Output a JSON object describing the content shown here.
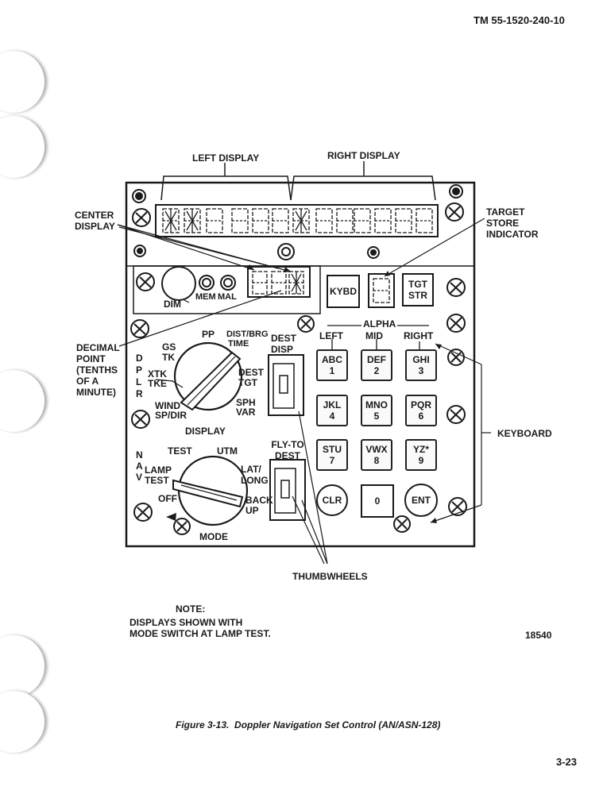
{
  "header": {
    "doc_number": "TM 55-1520-240-10"
  },
  "figure": {
    "top_labels": {
      "left_display": "LEFT DISPLAY",
      "right_display": "RIGHT DISPLAY"
    },
    "callouts": {
      "center_display": "CENTER\nDISPLAY",
      "target_store_indicator": "TARGET\nSTORE\nINDICATOR",
      "decimal_point": "DECIMAL\nPOINT\n(TENTHS\nOF A\nMINUTE)",
      "keyboard": "KEYBOARD",
      "thumbwheels": "THUMBWHEELS"
    },
    "panel": {
      "dim": "DIM",
      "mem": "MEM",
      "mal": "MAL",
      "kybd": "KYBD",
      "tgt_str": "TGT\nSTR",
      "alpha": "ALPHA",
      "left": "LEFT",
      "mid": "MID",
      "right": "RIGHT",
      "dest_disp": "DEST\nDISP",
      "fly_to_dest": "FLY-TO\nDEST",
      "dpl_r": "D\nP\nL\nR",
      "nav": "N\nA\nV",
      "display_switch": {
        "title": "DISPLAY",
        "pp": "PP",
        "dist_brg": "DIST/BRG",
        "time": "TIME",
        "gs": "GS",
        "tk": "TK",
        "xtk": "XTK",
        "tke": "TKE",
        "wind": "WIND",
        "sp_dir": "SP/DIR",
        "dest": "DEST",
        "tgt": "TGT",
        "sph": "SPH",
        "var": "VAR"
      },
      "mode_switch": {
        "title": "MODE",
        "test": "TEST",
        "utm": "UTM",
        "lamp_test": "LAMP\nTEST",
        "lat_long": "LAT/\nLONG",
        "off": "OFF",
        "back_up": "BACK\nUP"
      },
      "keys": [
        {
          "l1": "ABC",
          "l2": "1"
        },
        {
          "l1": "DEF",
          "l2": "2"
        },
        {
          "l1": "GHI",
          "l2": "3"
        },
        {
          "l1": "JKL",
          "l2": "4"
        },
        {
          "l1": "MNO",
          "l2": "5"
        },
        {
          "l1": "PQR",
          "l2": "6"
        },
        {
          "l1": "STU",
          "l2": "7"
        },
        {
          "l1": "VWX",
          "l2": "8"
        },
        {
          "l1": "YZ*",
          "l2": "9"
        }
      ],
      "clr": "CLR",
      "zero": "0",
      "ent": "ENT"
    },
    "note": {
      "heading": "NOTE:",
      "body": "DISPLAYS SHOWN WITH\nMODE SWITCH AT LAMP TEST."
    },
    "ref_number": "18540",
    "caption": "Figure 3-13.  Doppler Navigation Set Control (AN/ASN-128)"
  },
  "footer": {
    "page_number": "3-23"
  }
}
